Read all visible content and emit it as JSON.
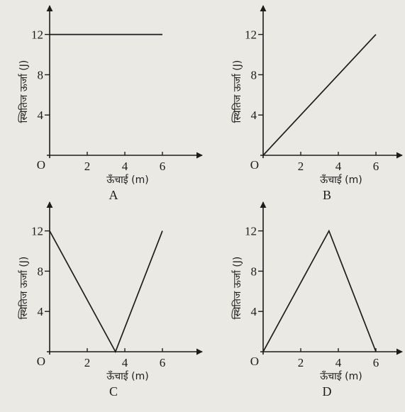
{
  "chart_data": [
    {
      "type": "line",
      "panel_label": "A",
      "xlabel": "ऊँचाई (m)",
      "ylabel": "स्थितिज ऊर्जा (J)",
      "origin_label": "O",
      "x_ticks": [
        2,
        4,
        6
      ],
      "y_ticks": [
        4,
        8,
        12
      ],
      "series": [
        {
          "x": [
            0,
            6
          ],
          "y": [
            12,
            12
          ]
        }
      ]
    },
    {
      "type": "line",
      "panel_label": "B",
      "xlabel": "ऊँचाई (m)",
      "ylabel": "स्थितिज ऊर्जा (J)",
      "origin_label": "O",
      "x_ticks": [
        2,
        4,
        6
      ],
      "y_ticks": [
        4,
        8,
        12
      ],
      "series": [
        {
          "x": [
            0,
            6
          ],
          "y": [
            0,
            12
          ]
        }
      ]
    },
    {
      "type": "line",
      "panel_label": "C",
      "xlabel": "ऊँचाई (m)",
      "ylabel": "स्थितिज ऊर्जा (J)",
      "origin_label": "O",
      "x_ticks": [
        2,
        4,
        6
      ],
      "y_ticks": [
        4,
        8,
        12
      ],
      "series": [
        {
          "x": [
            0,
            3.5,
            6
          ],
          "y": [
            12,
            0,
            12
          ]
        }
      ]
    },
    {
      "type": "line",
      "panel_label": "D",
      "xlabel": "ऊँचाई (m)",
      "ylabel": "स्थितिज ऊर्जा (J)",
      "origin_label": "O",
      "x_ticks": [
        2,
        4,
        6
      ],
      "y_ticks": [
        4,
        8,
        12
      ],
      "series": [
        {
          "x": [
            0,
            3.5,
            6
          ],
          "y": [
            0,
            12,
            0
          ]
        }
      ]
    }
  ]
}
